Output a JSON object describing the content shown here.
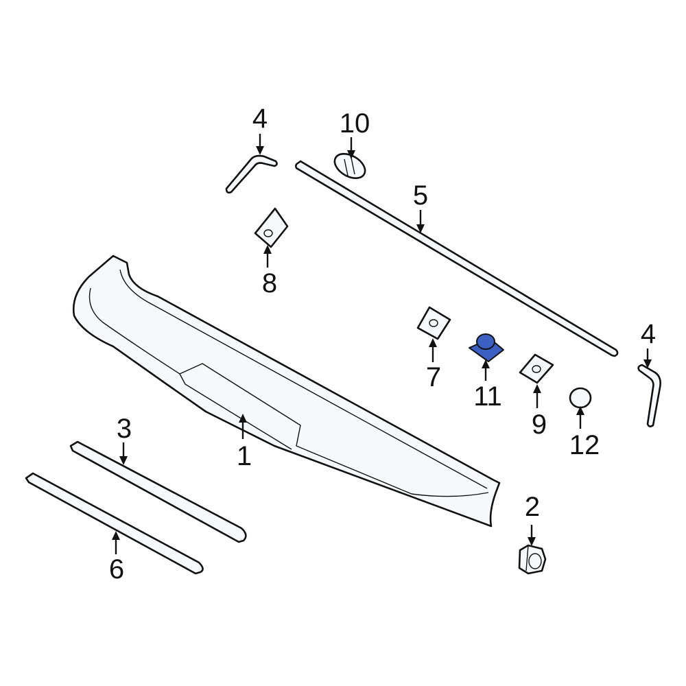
{
  "callouts": {
    "c1": "1",
    "c2": "2",
    "c3": "3",
    "c4_left": "4",
    "c4_right": "4",
    "c5": "5",
    "c6": "6",
    "c7": "7",
    "c8": "8",
    "c9": "9",
    "c10": "10",
    "c11": "11",
    "c12": "12"
  },
  "colors": {
    "highlight": "#3c5fc4",
    "line": "#111111",
    "part_fill": "#f7f8fb"
  }
}
